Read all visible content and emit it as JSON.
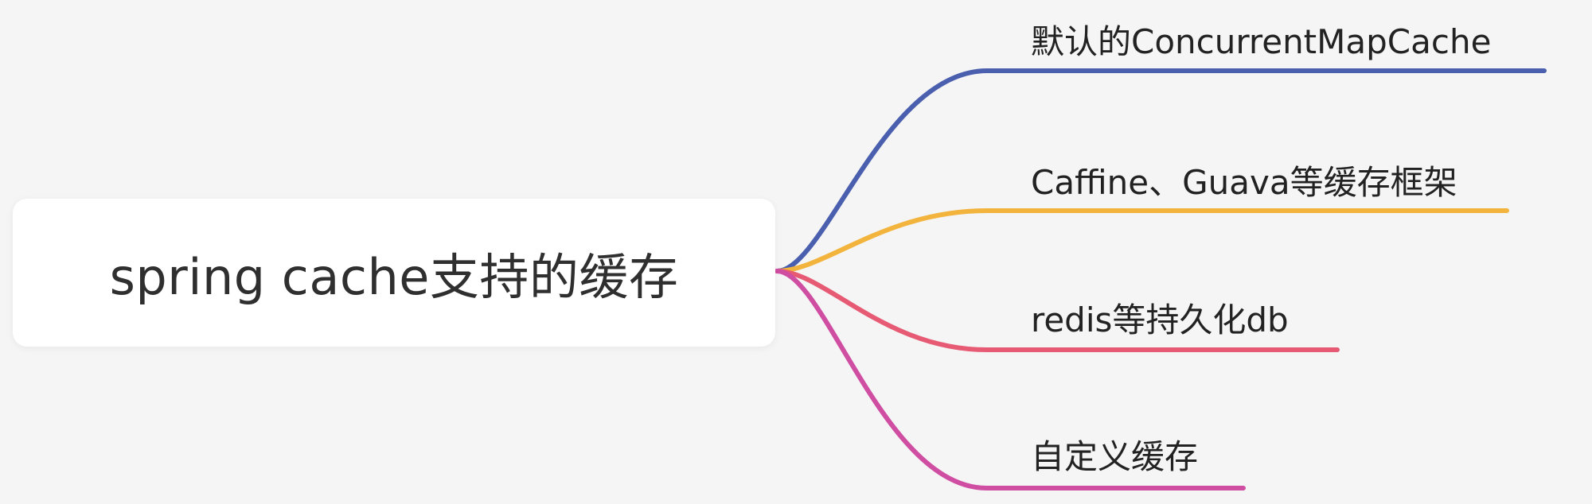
{
  "root": {
    "label": "spring cache支持的缓存"
  },
  "branches": [
    {
      "label": "默认的ConcurrentMapCache",
      "color": "#4a5fae"
    },
    {
      "label": "Caffine、Guava等缓存框架",
      "color": "#f2b43c"
    },
    {
      "label": "redis等持久化db",
      "color": "#e75a73"
    },
    {
      "label": "自定义缓存",
      "color": "#cf4ea2"
    }
  ]
}
